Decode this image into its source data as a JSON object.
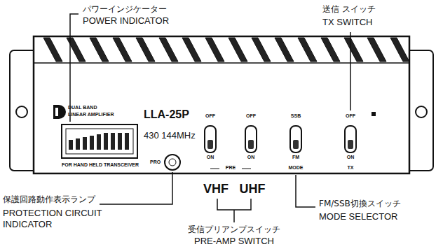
{
  "diagram": {
    "labels": [
      "パワーインジケーター",
      "POWER INDICATOR",
      "送信 スイッチ",
      "TX SWITCH",
      "DUAL BAND",
      "LINEAR AMPLIFIER",
      "LLA-25P",
      "430 144MHz",
      "PRO",
      "FOR HAND HELD TRANSCEIVER",
      "OFF",
      "OFF",
      "SSB",
      "OFF",
      "ON",
      "ON",
      "FM",
      "ON",
      "PRE",
      "MODE",
      "TX",
      "VHF",
      "UHF",
      "保護回路動作表示ランプ",
      "PROTECTION CIRCUIT INDICATOR",
      "受信プリアンプスイッチ",
      "PRE-AMP SWITCH",
      "FM/SSB切換スイッチ",
      "MODE SELECTOR"
    ]
  }
}
